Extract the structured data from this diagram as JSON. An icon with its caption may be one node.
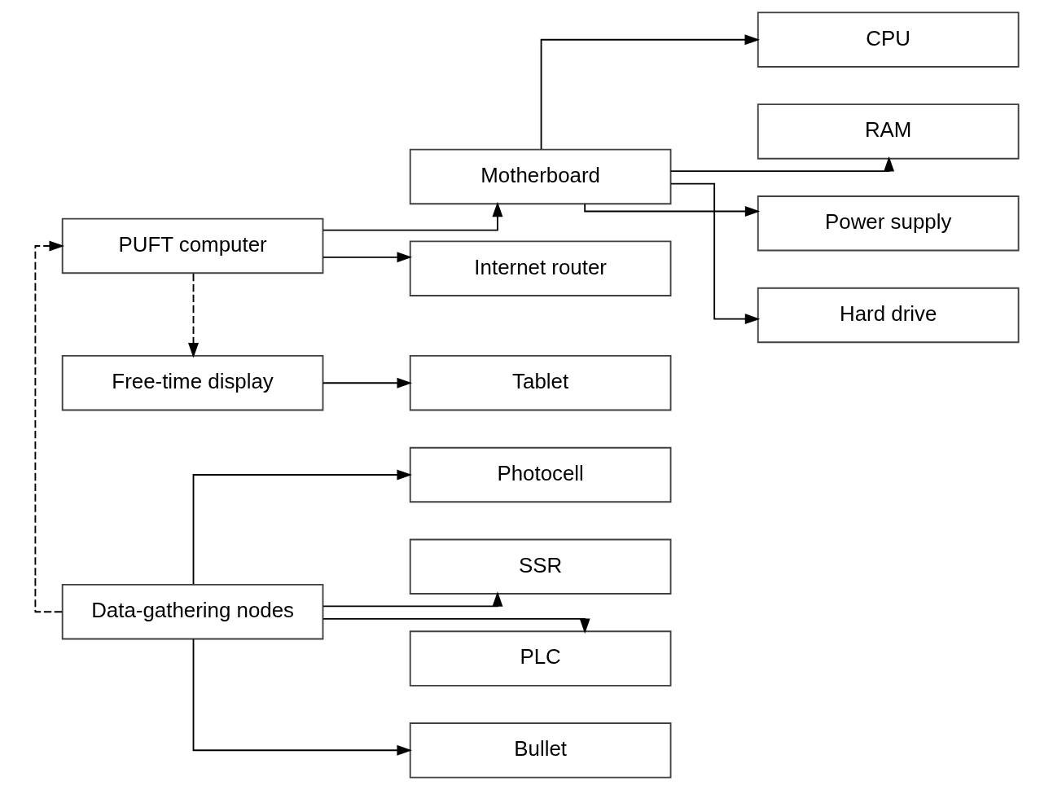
{
  "diagram": {
    "nodes": [
      {
        "text": [
          "PUFT computer"
        ]
      },
      {
        "text": [
          "Motherboard"
        ]
      },
      {
        "text": [
          "CPU"
        ]
      },
      {
        "text": [
          "RAM"
        ]
      },
      {
        "text": [
          "Power supply"
        ]
      },
      {
        "text": [
          "Hard drive"
        ]
      },
      {
        "text": [
          "Internet router"
        ]
      },
      {
        "text": [
          "Data-gathering nodes"
        ]
      },
      {
        "text": [
          "Photocell"
        ]
      },
      {
        "text": [
          "SSR"
        ]
      },
      {
        "text": [
          "PLC"
        ]
      },
      {
        "text": [
          "Bullet"
        ]
      },
      {
        "text": [
          "Free-time display"
        ]
      },
      {
        "text": [
          "Tablet"
        ]
      }
    ],
    "edges": [
      {
        "from": 0,
        "to": 1,
        "arrow": "to"
      },
      {
        "from": 0,
        "to": 6,
        "arrow": "to"
      },
      {
        "from": 1,
        "to": 2,
        "arrow": "to"
      },
      {
        "from": 1,
        "to": 3,
        "arrow": "to"
      },
      {
        "from": 1,
        "to": 4,
        "arrow": "to"
      },
      {
        "from": 1,
        "to": 5,
        "arrow": "to"
      },
      {
        "from": 7,
        "to": 0,
        "arrow": "to",
        "style": "dashed"
      },
      {
        "from": 7,
        "to": 8,
        "arrow": "to"
      },
      {
        "from": 7,
        "to": 9,
        "arrow": "to"
      },
      {
        "from": 7,
        "to": 10,
        "arrow": "to"
      },
      {
        "from": 7,
        "to": 11,
        "arrow": "to"
      },
      {
        "from": 0,
        "to": 12,
        "arrow": "to",
        "style": "dashed"
      },
      {
        "from": 12,
        "to": 13,
        "arrow": "to"
      }
    ]
  }
}
